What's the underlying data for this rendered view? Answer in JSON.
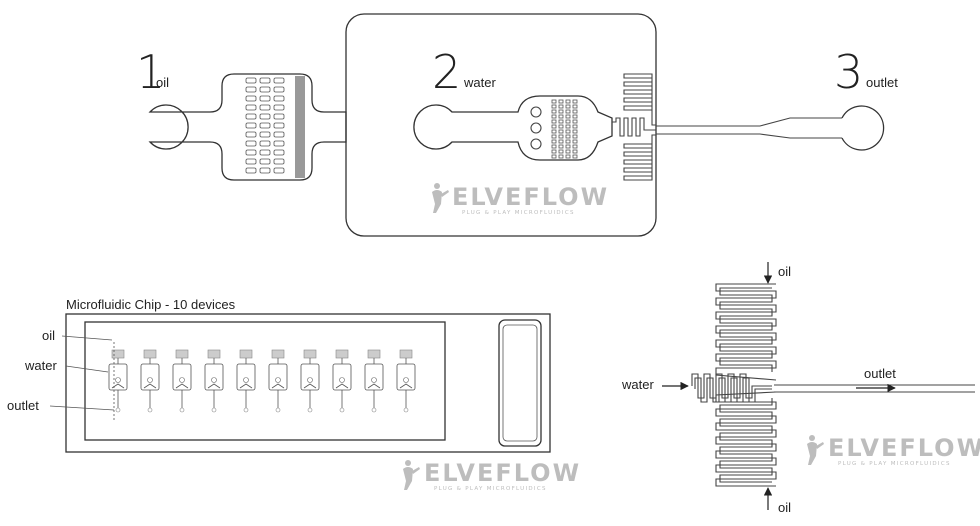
{
  "chip_top": {
    "inlet1": {
      "number": "1",
      "label": "oil"
    },
    "inlet2": {
      "number": "2",
      "label": "water"
    },
    "outlet3": {
      "number": "3",
      "label": "outlet"
    }
  },
  "logo": {
    "name": "ELVEFLOW",
    "tagline": "PLUG & PLAY MICROFLUIDICS"
  },
  "chip_array": {
    "title": "Microfluidic Chip - 10 devices",
    "labels": {
      "oil": "oil",
      "water": "water",
      "outlet": "outlet"
    },
    "device_count": 10
  },
  "junction": {
    "labels": {
      "oil_top": "oil",
      "water": "water",
      "outlet": "outlet",
      "oil_bottom": "oil"
    }
  },
  "colors": {
    "line": "#444444",
    "logo": "#bdbdbd"
  }
}
